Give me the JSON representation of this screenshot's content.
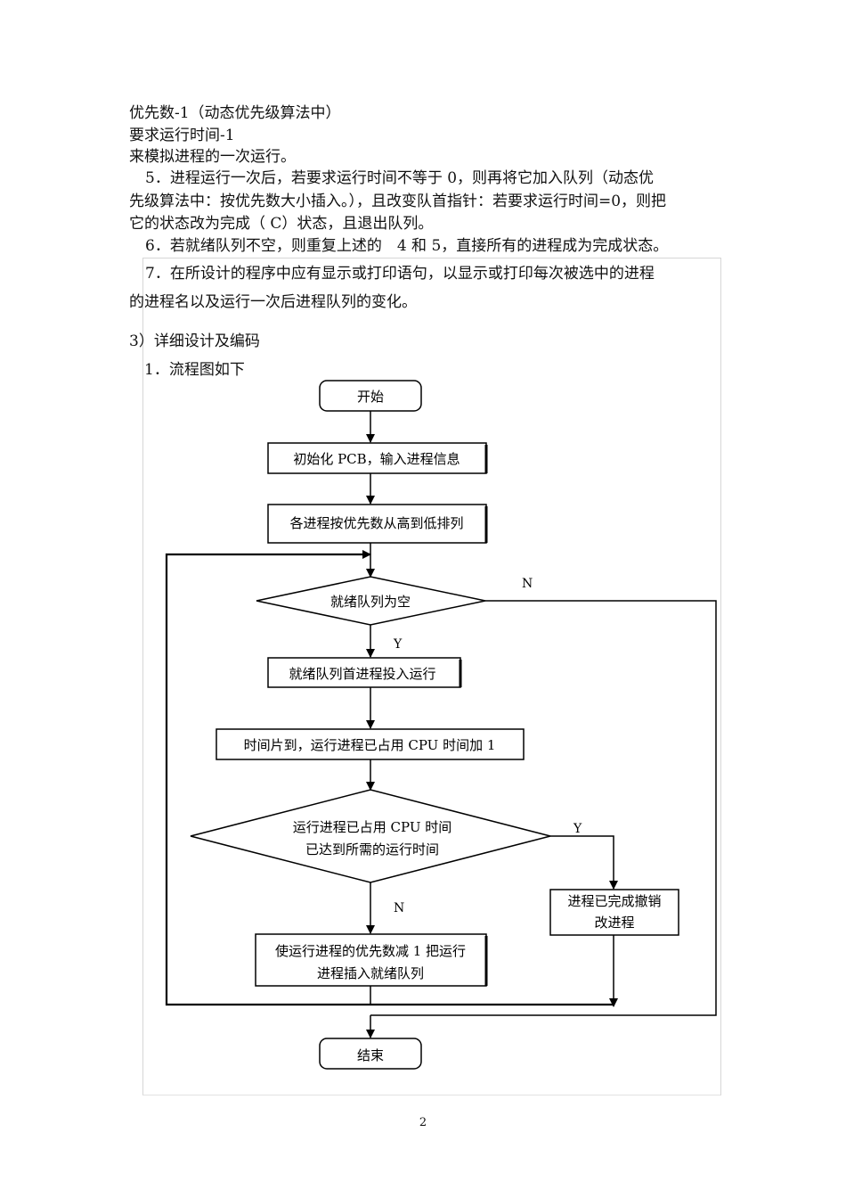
{
  "text_lines": [
    "优先数-1（动态优先级算法中）",
    "要求运行时间-1",
    "来模拟进程的一次运行。",
    "5．进程运行一次后，若要求运行时间不等于 0，则再将它加入队列（动态优",
    "先级算法中：按优先数大小插入。），且改变队首指针：若要求运行时间=0，则把",
    "它的状态改为完成（ C）状态，且退出队列。",
    "6．若就绪队列不空，则重复上述的　4 和 5，直接所有的进程成为完成状态。",
    "7．在所设计的程序中应有显示或打印语句，以显示或打印每次被选中的进程",
    "的进程名以及运行一次后进程队列的变化。",
    "3）详细设计及编码",
    "1．流程图如下"
  ],
  "flowchart": {
    "start": "开始",
    "init": "初始化 PCB，输入进程信息",
    "sort": "各进程按优先数从高到低排列",
    "empty_check": "就绪队列为空",
    "label_n_top": "N",
    "label_y_top": "Y",
    "dispatch": "就绪队列首进程投入运行",
    "timeslice": "时间片到，运行进程已占用 CPU 时间加 1",
    "done_check_line1": "运行进程已占用 CPU 时间",
    "done_check_line2": "已达到所需的运行时间",
    "label_y_right": "Y",
    "label_n_bottom": "N",
    "finish_line1": "进程已完成撤销",
    "finish_line2": "改进程",
    "requeue_line1": "使运行进程的优先数减 1 把运行",
    "requeue_line2": "进程插入就绪队列",
    "end": "结束"
  },
  "page_number": "2"
}
